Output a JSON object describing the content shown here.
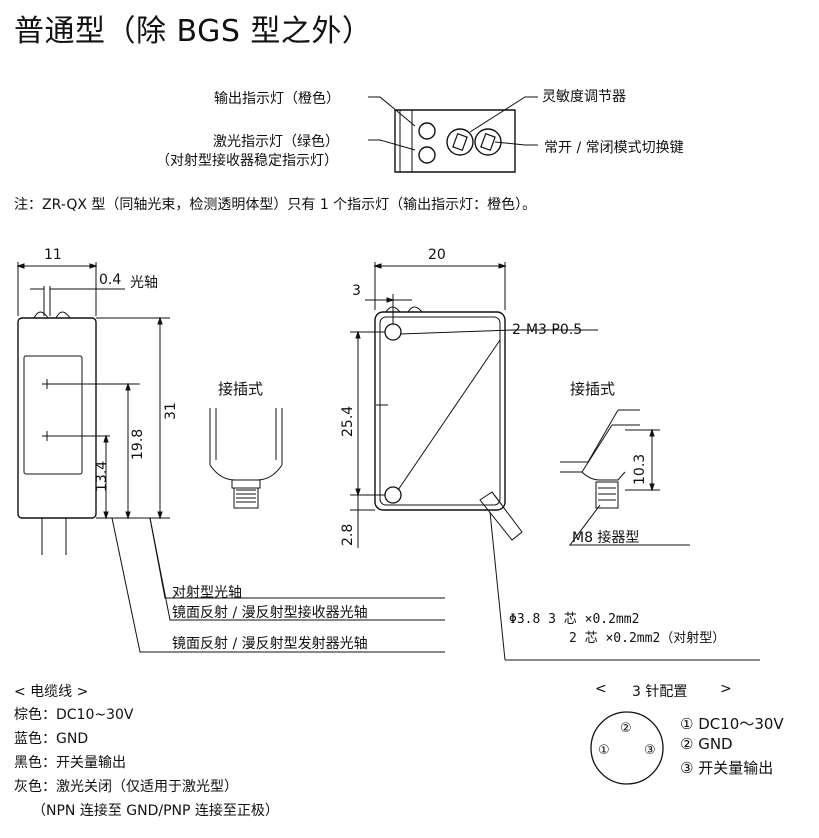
{
  "title": "普通型（除 BGS 型之外）",
  "panel": {
    "output_indicator": "输出指示灯（橙色）",
    "sensitivity_adjuster": "灵敏度调节器",
    "laser_indicator": "激光指示灯（绿色）",
    "stability_indicator": "（对射型接收器稳定指示灯）",
    "mode_switch": "常开 / 常闭模式切换键"
  },
  "note": "注：ZR-QX 型（同轴光束，检测透明体型）只有 1 个指示灯（输出指示灯：橙色）。",
  "side_view": {
    "dim_width": "11",
    "dim_axis": "0.4",
    "axis_label": "光轴",
    "dim_total": "31",
    "dim_mid": "19.8",
    "dim_low": "13.4"
  },
  "connector_labels": {
    "left": "接插式",
    "right": "接插式"
  },
  "front_view": {
    "dim_width": "20",
    "dim_hole": "3",
    "thread": "2-M3 P0.5",
    "dim_height": "25.4",
    "dim_bottom": "2.8",
    "dim_connector": "10.3",
    "connector_type": "M8 接器型"
  },
  "axis_notes": {
    "line1": "对射型光轴",
    "line2": "镜面反射 / 漫反射型接收器光轴",
    "line3": "镜面反射 / 漫反射型发射器光轴"
  },
  "cable_spec": {
    "line1": "Φ3.8  3 芯 ×0.2mm2",
    "line2": "2 芯 ×0.2mm2（对射型）"
  },
  "cable": {
    "header": "< 电缆线 >",
    "brown": "棕色：DC10~30V",
    "blue": "蓝色：GND",
    "black": "黑色：开关量输出",
    "gray": "灰色：激光关闭（仅适用于激光型）",
    "gray_note": "（NPN 连接至 GND/PNP 连接至正极）"
  },
  "pins": {
    "header_left": "<",
    "header_text": "3 针配置",
    "header_right": ">",
    "p1_mark": "①",
    "p2_mark": "②",
    "p3_mark": "③",
    "item1": "① DC10～30V",
    "item2": "② GND",
    "item3": "③ 开关量输出"
  }
}
